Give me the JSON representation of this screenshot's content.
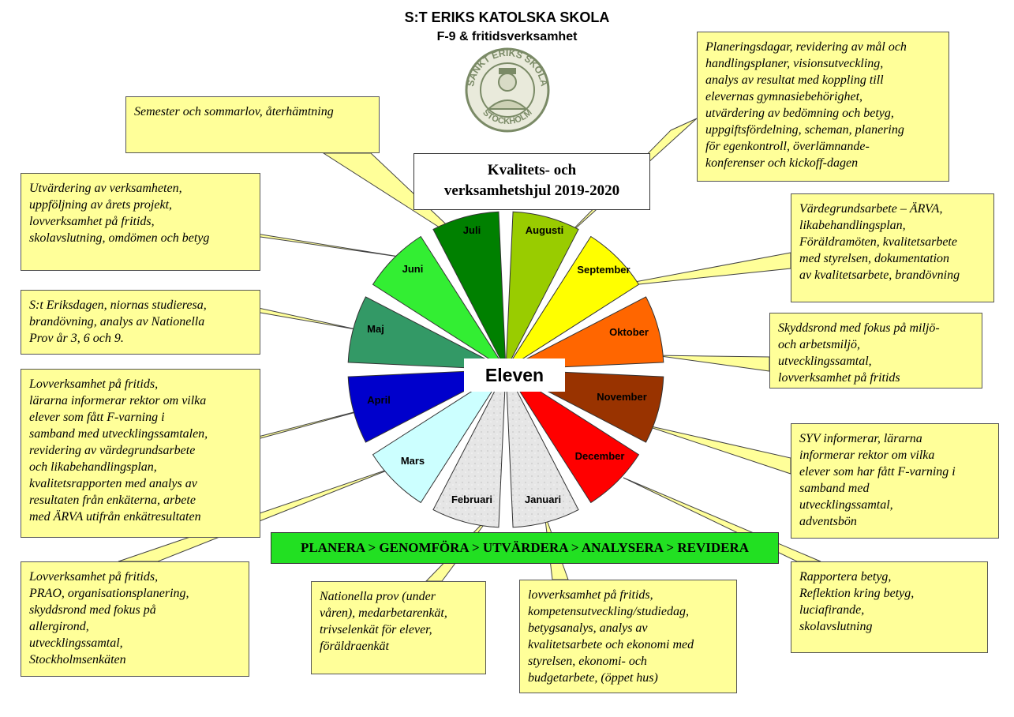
{
  "header": {
    "school": "S:T ERIKS KATOLSKA SKOLA",
    "subtitle": "F-9 & fritidsverksamhet"
  },
  "logo": {
    "top_text": "SANKT ERIKS SKOLA",
    "bottom_text": "STOCKHOLM",
    "color": "#7a8a66"
  },
  "wheel": {
    "title": "Kvalitets- och\nverksamhetshjul 2019-2020",
    "center": "Eleven",
    "months": [
      {
        "label": "Augusti",
        "color": "#99cc00"
      },
      {
        "label": "September",
        "color": "#ffff00"
      },
      {
        "label": "Oktober",
        "color": "#ff6600"
      },
      {
        "label": "November",
        "color": "#993300"
      },
      {
        "label": "December",
        "color": "#ff0000"
      },
      {
        "label": "Januari",
        "color": "#dddddd"
      },
      {
        "label": "Februari",
        "color": "#e8e8e8"
      },
      {
        "label": "Mars",
        "color": "#ccffff"
      },
      {
        "label": "April",
        "color": "#0000cc"
      },
      {
        "label": "Maj",
        "color": "#339966"
      },
      {
        "label": "Juni",
        "color": "#33ee33"
      },
      {
        "label": "Juli",
        "color": "#008000"
      }
    ]
  },
  "cycle_bar": "PLANERA > GENOMFÖRA > UTVÄRDERA > ANALYSERA > REVIDERA",
  "notes": {
    "juli": "Semester och sommarlov, återhämtning",
    "juni": "Utvärdering av verksamheten,\nuppföljning av årets projekt,\nlovverksamhet på fritids,\nskolavslutning, omdömen och betyg",
    "maj": "S:t Eriksdagen, niornas studieresa,\nbrandövning, analys av Nationella\nProv år 3, 6 och 9.",
    "april": "Lovverksamhet på fritids,\nlärarna informerar rektor om vilka\nelever som fått F-varning i\nsamband med utvecklingssamtalen,\nrevidering av värdegrundsarbete\noch likabehandlingsplan,\nkvalitetsrapporten med analys av\nresultaten från enkäterna, arbete\nmed ÄRVA utifrån enkätresultaten",
    "mars": "Lovverksamhet på fritids,\nPRAO, organisationsplanering,\nskyddsrond med fokus på\nallergirond,\nutvecklingssamtal,\nStockholmsenkäten",
    "februari": "Nationella prov (under\nvåren), medarbetarenkät,\ntrivselenkät för elever,\nföräldraenkät",
    "januari": "lovverksamhet på fritids,\nkompetensutveckling/studiedag,\nbetygsanalys, analys av\nkvalitetsarbete och ekonomi med\nstyrelsen, ekonomi- och\nbudgetarbete, (öppet hus)",
    "augusti": "Planeringsdagar, revidering av mål och\nhandlingsplaner, visionsutveckling,\nanalys av resultat med koppling till\nelevernas gymnasiebehörighet,\nutvärdering av bedömning och betyg,\nuppgiftsfördelning, scheman, planering\nför egenkontroll, överlämnande-\nkonferenser och kickoff-dagen",
    "september": "Värdegrundsarbete – ÄRVA,\nlikabehandlingsplan,\nFöräldramöten, kvalitetsarbete\nmed styrelsen, dokumentation\nav kvalitetsarbete, brandövning",
    "oktober": "Skyddsrond med fokus på miljö-\noch arbetsmiljö,\nutvecklingssamtal,\nlovverksamhet på fritids",
    "november": "SYV informerar, lärarna\ninformerar rektor om vilka\nelever som har fått F-varning i\nsamband med\nutvecklingssamtal,\nadventsbön",
    "december": "Rapportera betyg,\nReflektion kring betyg,\nluciafirande,\nskolavslutning"
  }
}
